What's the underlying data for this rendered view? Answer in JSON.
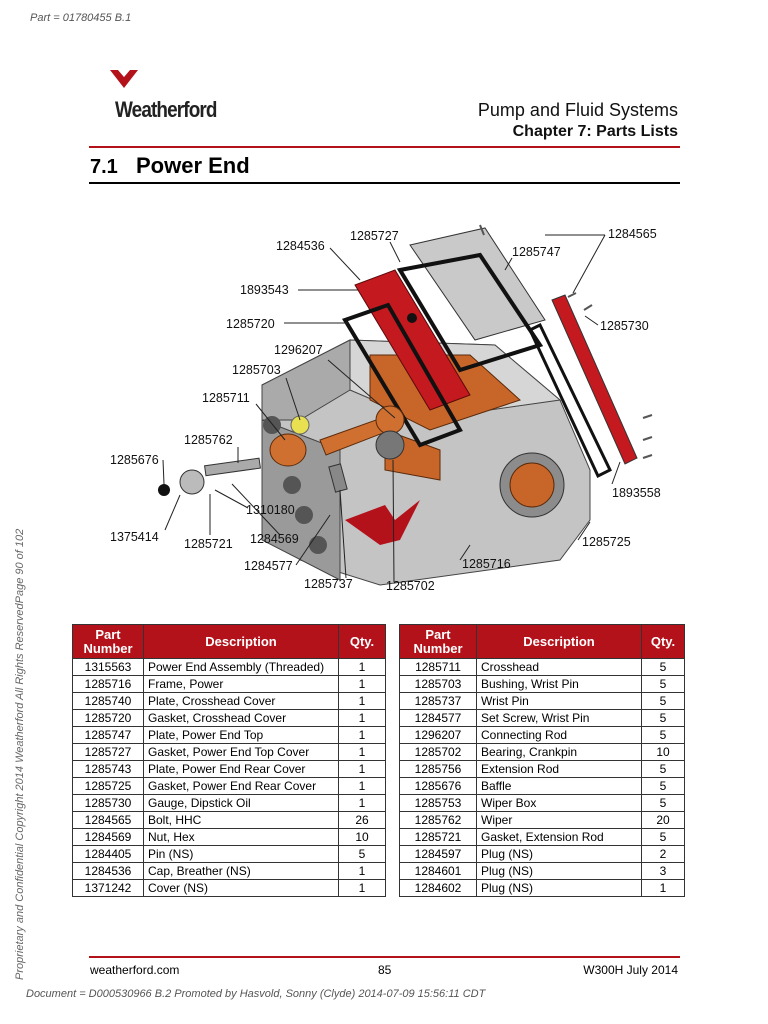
{
  "top_note": "Part = 01780455 B.1",
  "side_note": "Proprietary and Confidential Copyright 2014 Weatherford All Rights ReservedPage 90 of 102",
  "brand": "Weatherford",
  "header": {
    "line1": "Pump and Fluid Systems",
    "line2": "Chapter 7: Parts Lists"
  },
  "section": {
    "number": "7.1",
    "title": "Power End"
  },
  "callouts": {
    "c1284536": "1284536",
    "c1285727": "1285727",
    "c1285747": "1285747",
    "c1284565": "1284565",
    "c1893543": "1893543",
    "c1285720": "1285720",
    "c1285730": "1285730",
    "c1296207": "1296207",
    "c1285703": "1285703",
    "c1285711": "1285711",
    "c1285762": "1285762",
    "c1285676": "1285676",
    "c1893558": "1893558",
    "c1310180": "1310180",
    "c1375414": "1375414",
    "c1285721": "1285721",
    "c1284569": "1284569",
    "c1285725": "1285725",
    "c1285716": "1285716",
    "c1284577": "1284577",
    "c1285737": "1285737",
    "c1285702": "1285702"
  },
  "table_headers": {
    "part": "Part Number",
    "desc": "Description",
    "qty": "Qty."
  },
  "table_left": [
    {
      "part": "1315563",
      "desc": "Power End Assembly (Threaded)",
      "qty": "1"
    },
    {
      "part": "1285716",
      "desc": "Frame, Power",
      "qty": "1"
    },
    {
      "part": "1285740",
      "desc": "Plate, Crosshead Cover",
      "qty": "1"
    },
    {
      "part": "1285720",
      "desc": "Gasket, Crosshead Cover",
      "qty": "1"
    },
    {
      "part": "1285747",
      "desc": "Plate, Power End Top",
      "qty": "1"
    },
    {
      "part": "1285727",
      "desc": "Gasket, Power End Top Cover",
      "qty": "1"
    },
    {
      "part": "1285743",
      "desc": "Plate, Power End Rear Cover",
      "qty": "1"
    },
    {
      "part": "1285725",
      "desc": "Gasket, Power End Rear Cover",
      "qty": "1"
    },
    {
      "part": "1285730",
      "desc": "Gauge, Dipstick Oil",
      "qty": "1"
    },
    {
      "part": "1284565",
      "desc": "Bolt, HHC",
      "qty": "26"
    },
    {
      "part": "1284569",
      "desc": "Nut, Hex",
      "qty": "10"
    },
    {
      "part": "1284405",
      "desc": "Pin (NS)",
      "qty": "5"
    },
    {
      "part": "1284536",
      "desc": "Cap, Breather (NS)",
      "qty": "1"
    },
    {
      "part": "1371242",
      "desc": "Cover (NS)",
      "qty": "1"
    }
  ],
  "table_right": [
    {
      "part": "1285711",
      "desc": "Crosshead",
      "qty": "5"
    },
    {
      "part": "1285703",
      "desc": "Bushing, Wrist Pin",
      "qty": "5"
    },
    {
      "part": "1285737",
      "desc": "Wrist Pin",
      "qty": "5"
    },
    {
      "part": "1284577",
      "desc": "Set Screw, Wrist Pin",
      "qty": "5"
    },
    {
      "part": "1296207",
      "desc": "Connecting Rod",
      "qty": "5"
    },
    {
      "part": "1285702",
      "desc": "Bearing, Crankpin",
      "qty": "10"
    },
    {
      "part": "1285756",
      "desc": "Extension Rod",
      "qty": "5"
    },
    {
      "part": "1285676",
      "desc": "Baffle",
      "qty": "5"
    },
    {
      "part": "1285753",
      "desc": "Wiper Box",
      "qty": "5"
    },
    {
      "part": "1285762",
      "desc": "Wiper",
      "qty": "20"
    },
    {
      "part": "1285721",
      "desc": "Gasket, Extension Rod",
      "qty": "5"
    },
    {
      "part": "1284597",
      "desc": "Plug (NS)",
      "qty": "2"
    },
    {
      "part": "1284601",
      "desc": "Plug (NS)",
      "qty": "3"
    },
    {
      "part": "1284602",
      "desc": "Plug (NS)",
      "qty": "1"
    }
  ],
  "footer": {
    "left": "weatherford.com",
    "page": "85",
    "right": "W300H July 2014"
  },
  "bottom_note": "Document = D000530966 B.2    Promoted by Hasvold, Sonny (Clyde) 2014-07-09 15:56:11 CDT",
  "colors": {
    "brand_red": "#b4121b",
    "frame_gray": "#b8b8b8",
    "copper": "#c8662a"
  }
}
